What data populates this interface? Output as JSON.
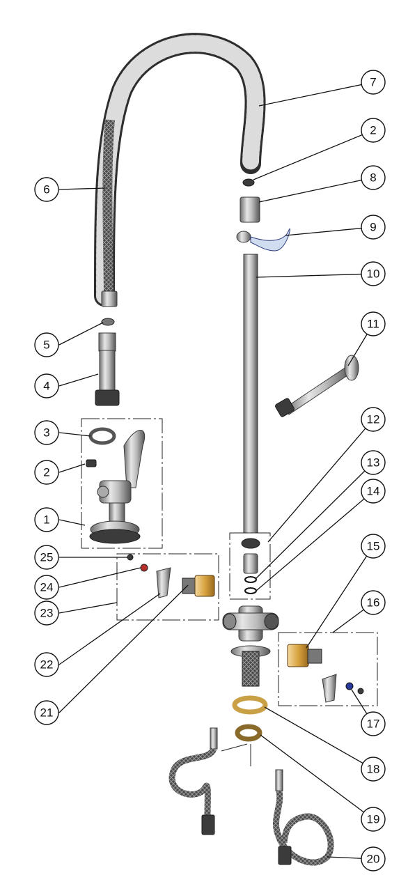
{
  "title": "",
  "callouts": [
    {
      "label": "1"
    },
    {
      "label": "2"
    },
    {
      "label": "2"
    },
    {
      "label": "3"
    },
    {
      "label": "4"
    },
    {
      "label": "5"
    },
    {
      "label": "6"
    },
    {
      "label": "7"
    },
    {
      "label": "8"
    },
    {
      "label": "9"
    },
    {
      "label": "10"
    },
    {
      "label": "11"
    },
    {
      "label": "12"
    },
    {
      "label": "13"
    },
    {
      "label": "14"
    },
    {
      "label": "15"
    },
    {
      "label": "16"
    },
    {
      "label": "17"
    },
    {
      "label": "18"
    },
    {
      "label": "19"
    },
    {
      "label": "20"
    },
    {
      "label": "21"
    },
    {
      "label": "22"
    },
    {
      "label": "23"
    },
    {
      "label": "24"
    },
    {
      "label": "25"
    }
  ],
  "colors": {
    "metal_light": "#e6e6e6",
    "metal_dark": "#6e6e6e",
    "hose_braid": "#4a4a4a",
    "brass": "#d9a441",
    "washer_gold": "#c9a045",
    "oring_red": "#b5302a"
  }
}
